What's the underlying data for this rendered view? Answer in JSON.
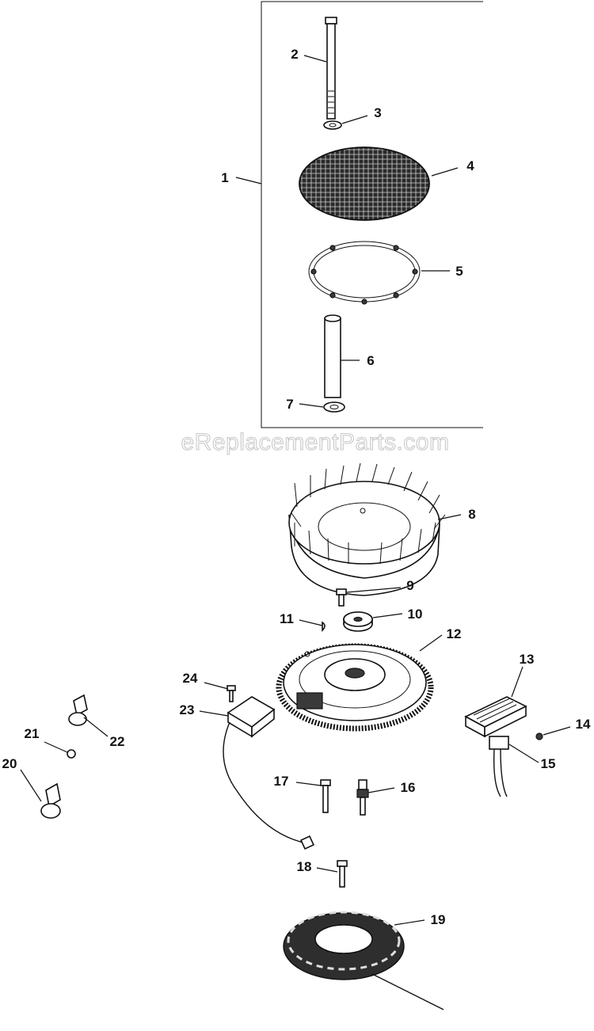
{
  "watermark": "eReplacementParts.com",
  "callouts": {
    "c1": "1",
    "c2": "2",
    "c3": "3",
    "c4": "4",
    "c5": "5",
    "c6": "6",
    "c7": "7",
    "c8": "8",
    "c9": "9",
    "c10": "10",
    "c11": "11",
    "c12": "12",
    "c13": "13",
    "c14": "14",
    "c15": "15",
    "c16": "16",
    "c17": "17",
    "c18": "18",
    "c19": "19",
    "c20": "20",
    "c21": "21",
    "c22": "22",
    "c23": "23",
    "c24": "24"
  },
  "colors": {
    "line": "#111111",
    "background": "#ffffff",
    "watermark_outline": "#c9c9c9"
  }
}
